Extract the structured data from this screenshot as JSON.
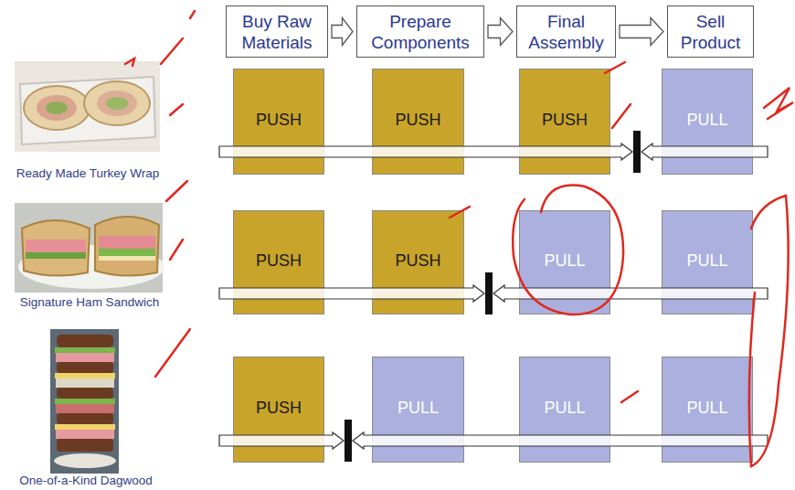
{
  "diagram": {
    "nodes": [
      {
        "text": [
          "Buy Raw Materials"
        ]
      },
      {
        "text": [
          "Prepare Components"
        ]
      },
      {
        "text": [
          "Final Assembly"
        ]
      },
      {
        "text": [
          "Sell Product"
        ]
      },
      {
        "text": [
          "PUSH"
        ]
      },
      {
        "text": [
          "PUSH"
        ]
      },
      {
        "text": [
          "PUSH"
        ]
      },
      {
        "text": [
          "PULL"
        ]
      },
      {
        "text": [
          "PUSH"
        ]
      },
      {
        "text": [
          "PUSH"
        ]
      },
      {
        "text": [
          "PULL"
        ]
      },
      {
        "text": [
          "PULL"
        ]
      },
      {
        "text": [
          "PUSH"
        ]
      },
      {
        "text": [
          "PULL"
        ]
      },
      {
        "text": [
          "PULL"
        ]
      },
      {
        "text": [
          "PULL"
        ]
      }
    ],
    "edges": [
      {
        "from": 0,
        "to": 1,
        "arrow": "to"
      },
      {
        "from": 1,
        "to": 2,
        "arrow": "to"
      },
      {
        "from": 2,
        "to": 3,
        "arrow": "to"
      }
    ],
    "labels": [
      "Ready Made Turkey Wrap",
      "Signature Ham Sandwich",
      "One-of-a-Kind Dagwood"
    ]
  }
}
